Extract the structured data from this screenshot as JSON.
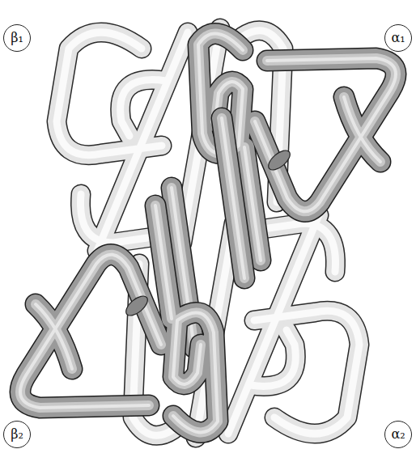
{
  "diagram": {
    "nodes": [
      {
        "text": [
          "β₁"
        ]
      },
      {
        "text": [
          "α₁"
        ]
      },
      {
        "text": [
          "β₂"
        ]
      },
      {
        "text": [
          "α₂"
        ]
      }
    ]
  }
}
